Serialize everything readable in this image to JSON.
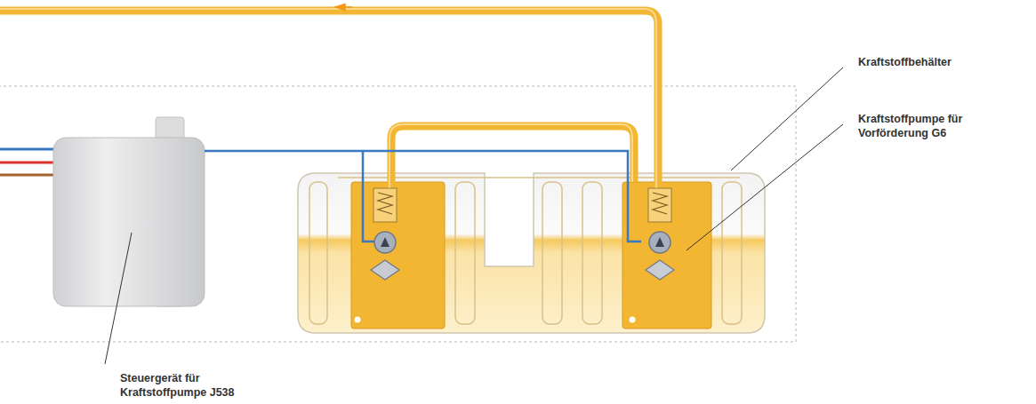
{
  "diagram": {
    "labels": [
      "Kraftstoffbehälter",
      "Kraftstoffpumpe für Vorförderung G6",
      "Steuergerät für Kraftstoffpumpe J538"
    ]
  }
}
